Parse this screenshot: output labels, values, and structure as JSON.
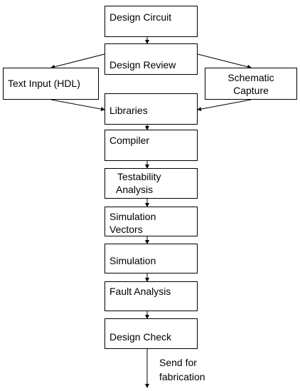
{
  "nodes": {
    "design_circuit": "Design Circuit",
    "design_review": "Design Review",
    "text_input": "Text Input (HDL)",
    "schematic_line1": "Schematic",
    "schematic_line2": "Capture",
    "libraries": "Libraries",
    "compiler": "Compiler",
    "testability_line1": "Testability",
    "testability_line2": "Analysis",
    "simvec_line1": "Simulation",
    "simvec_line2": "Vectors",
    "simulation": "Simulation",
    "fault_analysis": "Fault Analysis",
    "design_check": "Design Check"
  },
  "exit_label": {
    "line1": "Send for",
    "line2": "fabrication"
  }
}
